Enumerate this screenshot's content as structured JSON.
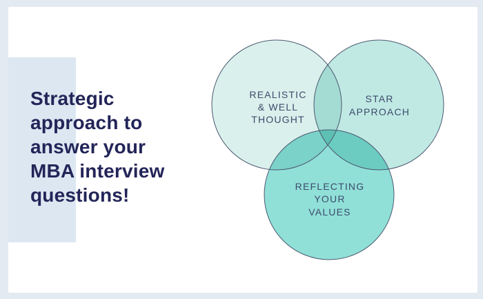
{
  "slide": {
    "headline_lines": [
      "Strategic",
      "approach to",
      "answer your",
      "MBA interview",
      "questions!"
    ],
    "headline_color": "#232558",
    "accent_color": "#dce7f2",
    "frame_color": "#e3eaf1",
    "card_color": "#ffffff"
  },
  "diagram": {
    "type": "venn",
    "label_color": "#3d4a6b",
    "outline_color": "#4a5870",
    "circles": [
      {
        "id": "realistic-well-thought",
        "label": "REALISTIC & WELL THOUGHT",
        "lines": [
          "REALISTIC",
          "& WELL",
          "THOUGHT"
        ],
        "fill": "#daf0ec"
      },
      {
        "id": "star-approach",
        "label": "STAR APPROACH",
        "lines": [
          "STAR",
          "APPROACH"
        ],
        "fill": "#c0e9e4"
      },
      {
        "id": "reflecting-your-values",
        "label": "REFLECTING YOUR VALUES",
        "lines": [
          "REFLECTING",
          "YOUR",
          "VALUES"
        ],
        "fill": "#90e0d8"
      }
    ]
  }
}
